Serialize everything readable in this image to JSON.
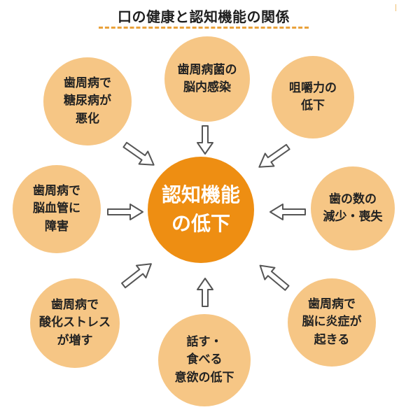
{
  "title": "口の健康と認知機能の関係",
  "center": "認知機能\nの低下",
  "nodes": {
    "n1": "歯周病菌の\n脳内感染",
    "n2": "咀嚼力の\n低下",
    "n3": "歯の数の\n減少・喪失",
    "n4": "歯周病で\n脳に炎症が\n起きる",
    "n5": "話す・\n食べる\n意欲の低下",
    "n6": "歯周病で\n酸化ストレス\nが増す",
    "n7": "歯周病で\n脳血管に\n障害",
    "n8": "歯周病で\n糖尿病が\n悪化"
  },
  "colors": {
    "center": "#ee8e12",
    "node": "#f6c685",
    "underline": "#e9a23b"
  }
}
